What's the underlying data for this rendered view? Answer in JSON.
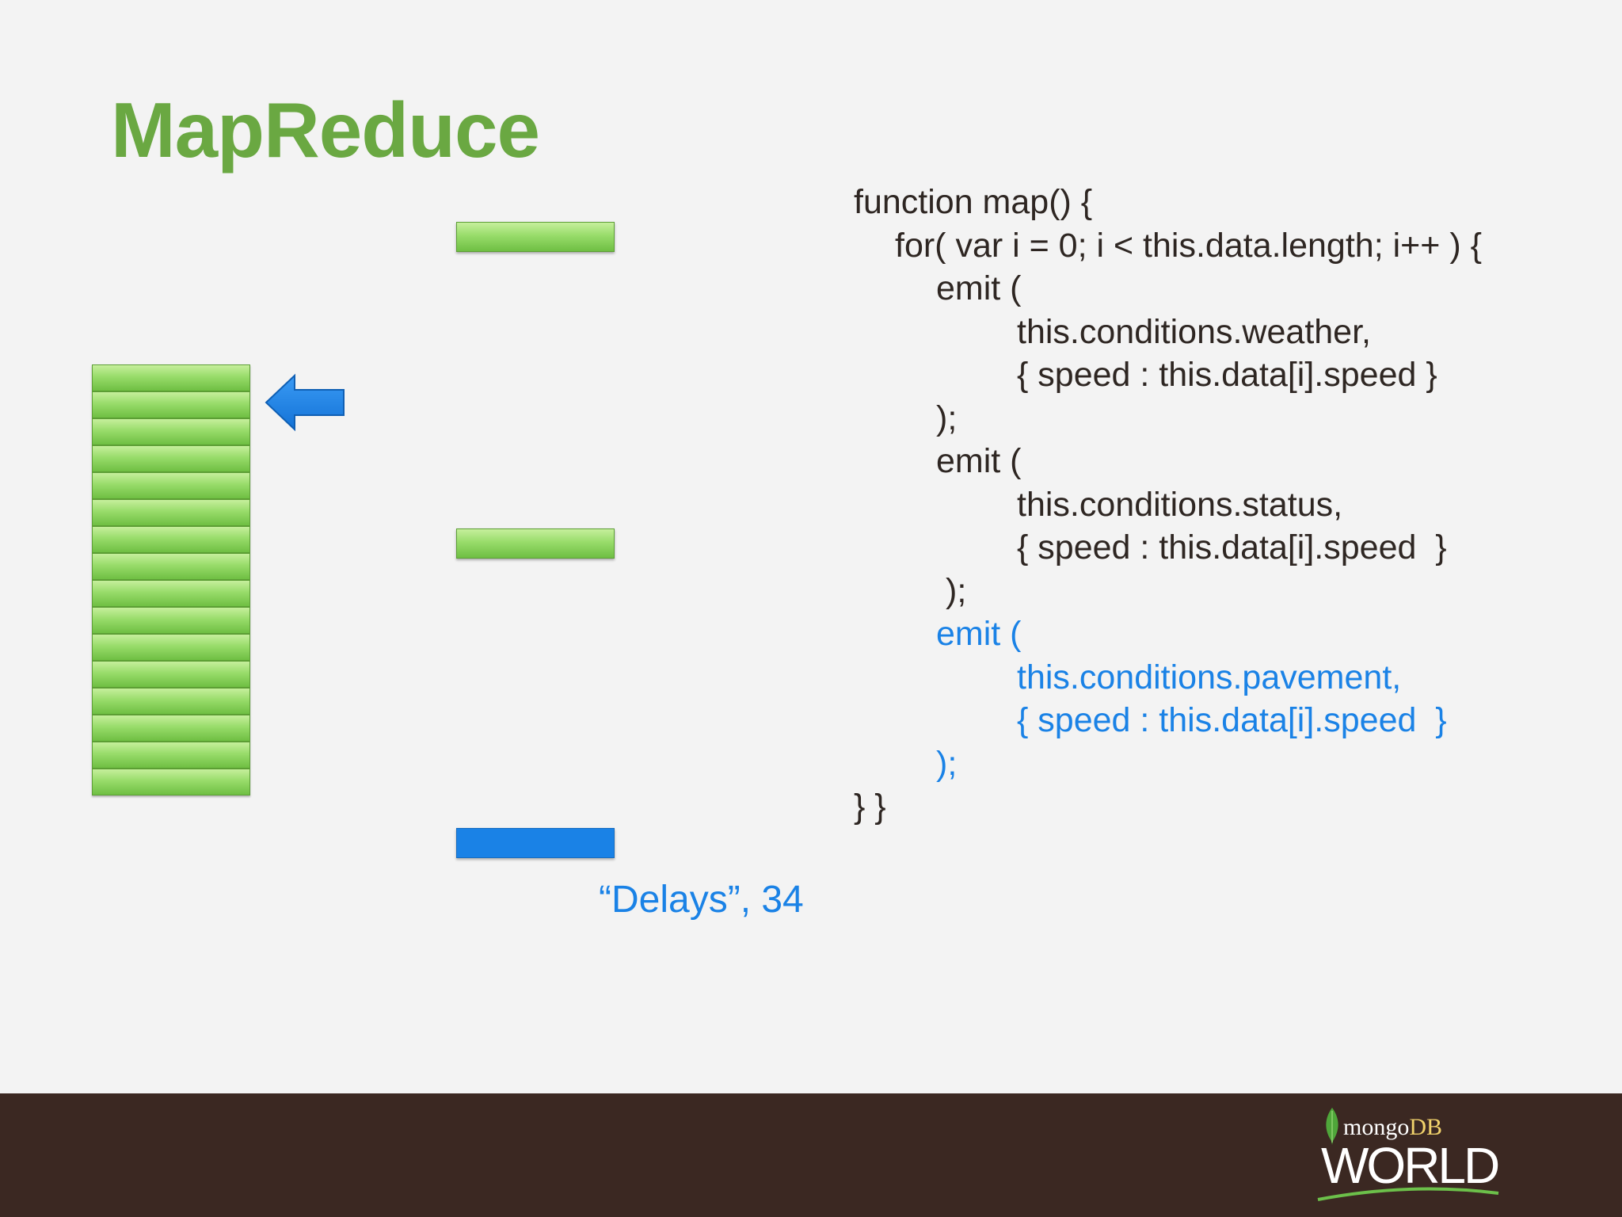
{
  "slide": {
    "title": "MapReduce",
    "result_label": "“Delays”, 34",
    "stack_count": 16,
    "colors": {
      "title_green": "#6aa842",
      "bar_green": "#98dc6a",
      "accent_blue": "#1a82e6",
      "footer_brown": "#3b2822",
      "background": "#f3f3f3"
    }
  },
  "code": {
    "lines": [
      {
        "text": "function map() {",
        "indent": 0,
        "highlight": false
      },
      {
        "text": "for( var i = 0; i < this.data.length; i++ ) {",
        "indent": 1,
        "highlight": false
      },
      {
        "text": "emit (",
        "indent": 2,
        "highlight": false
      },
      {
        "text": "this.conditions.weather,",
        "indent": 3,
        "highlight": false
      },
      {
        "text": "{ speed : this.data[i].speed }",
        "indent": 3,
        "highlight": false
      },
      {
        "text": ");",
        "indent": 2,
        "highlight": false
      },
      {
        "text": "emit (",
        "indent": 2,
        "highlight": false
      },
      {
        "text": "this.conditions.status,",
        "indent": 3,
        "highlight": false
      },
      {
        "text": "{ speed : this.data[i].speed  }",
        "indent": 3,
        "highlight": false
      },
      {
        "text": ");",
        "indent": 2,
        "highlight": false,
        "offset": true
      },
      {
        "text": "emit (",
        "indent": 2,
        "highlight": true
      },
      {
        "text": "this.conditions.pavement,",
        "indent": 3,
        "highlight": true
      },
      {
        "text": "{ speed : this.data[i].speed  }",
        "indent": 3,
        "highlight": true
      },
      {
        "text": ");",
        "indent": 2,
        "highlight": true
      },
      {
        "text": "} }",
        "indent": 0,
        "highlight": false
      }
    ]
  },
  "logo": {
    "brand": "mongo",
    "brand_suffix": "DB",
    "event": "WORLD",
    "leaf_icon": "leaf-icon"
  }
}
